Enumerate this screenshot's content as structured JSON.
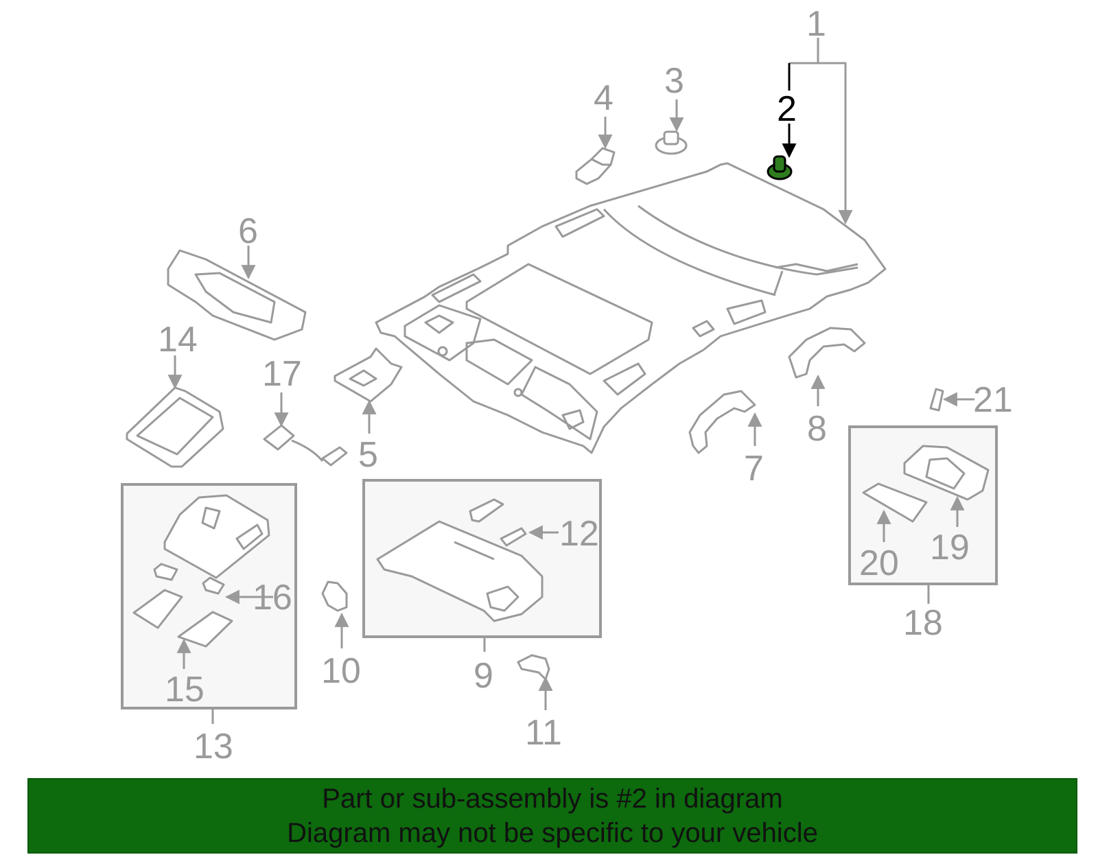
{
  "callouts": {
    "c1": "1",
    "c2": "2",
    "c3": "3",
    "c4": "4",
    "c5": "5",
    "c6": "6",
    "c7": "7",
    "c8": "8",
    "c9": "9",
    "c10": "10",
    "c11": "11",
    "c12": "12",
    "c13": "13",
    "c14": "14",
    "c15": "15",
    "c16": "16",
    "c17": "17",
    "c18": "18",
    "c19": "19",
    "c20": "20",
    "c21": "21"
  },
  "highlighted_part": "2",
  "colors": {
    "banner_bg": "#0d6a0d",
    "highlight_part": "#2e7d1f",
    "line_gray": "#9a9a9a"
  },
  "banner": {
    "line1": "Part or sub-assembly is #2 in diagram",
    "line2": "Diagram may not be specific to your vehicle"
  }
}
